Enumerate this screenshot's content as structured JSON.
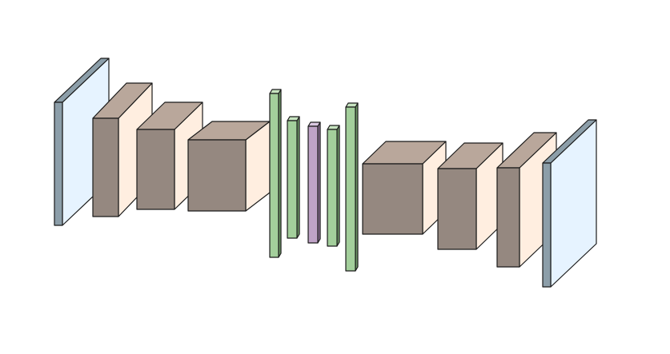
{
  "diagram": {
    "kind": "3d-layer-blocks",
    "colors": {
      "image_face": "#e6f3ff",
      "image_side": "#8c9ea9",
      "conv_side": "#ffeee0",
      "conv_front": "#958880",
      "conv_top": "#b9a79b",
      "dense_green_face": "#a3cf9b",
      "dense_green_side": "#6f9a68",
      "dense_green_top": "#c7e4c0",
      "dense_purple_face": "#bfa3c7",
      "dense_purple_side": "#8d7196",
      "dense_purple_top": "#dcc9e2"
    },
    "blocks": [
      {
        "name": "input-image-plane",
        "type": "image"
      },
      {
        "name": "encoder-conv-1",
        "type": "conv"
      },
      {
        "name": "encoder-conv-2",
        "type": "conv"
      },
      {
        "name": "encoder-conv-3",
        "type": "conv"
      },
      {
        "name": "dense-layer-1",
        "type": "dense",
        "color": "green"
      },
      {
        "name": "dense-layer-2",
        "type": "dense",
        "color": "green"
      },
      {
        "name": "bottleneck-layer",
        "type": "dense",
        "color": "purple"
      },
      {
        "name": "dense-layer-3",
        "type": "dense",
        "color": "green"
      },
      {
        "name": "dense-layer-4",
        "type": "dense",
        "color": "green"
      },
      {
        "name": "decoder-conv-1",
        "type": "conv"
      },
      {
        "name": "decoder-conv-2",
        "type": "conv"
      },
      {
        "name": "decoder-conv-3",
        "type": "conv"
      },
      {
        "name": "output-image-plane",
        "type": "image"
      }
    ]
  }
}
